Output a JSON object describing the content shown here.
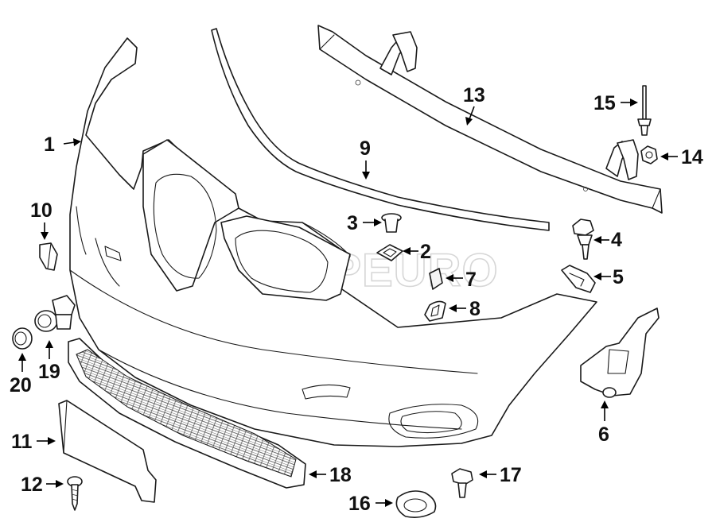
{
  "diagram": {
    "watermark": {
      "text": "FCPEURO"
    },
    "callouts": [
      {
        "id": "c1",
        "label": "1"
      },
      {
        "id": "c2",
        "label": "2"
      },
      {
        "id": "c3",
        "label": "3"
      },
      {
        "id": "c4",
        "label": "4"
      },
      {
        "id": "c5",
        "label": "5"
      },
      {
        "id": "c6",
        "label": "6"
      },
      {
        "id": "c7",
        "label": "7"
      },
      {
        "id": "c8",
        "label": "8"
      },
      {
        "id": "c9",
        "label": "9"
      },
      {
        "id": "c10",
        "label": "10"
      },
      {
        "id": "c11",
        "label": "11"
      },
      {
        "id": "c12",
        "label": "12"
      },
      {
        "id": "c13",
        "label": "13"
      },
      {
        "id": "c14",
        "label": "14"
      },
      {
        "id": "c15",
        "label": "15"
      },
      {
        "id": "c16",
        "label": "16"
      },
      {
        "id": "c17",
        "label": "17"
      },
      {
        "id": "c18",
        "label": "18"
      },
      {
        "id": "c19",
        "label": "19"
      },
      {
        "id": "c20",
        "label": "20"
      }
    ]
  }
}
